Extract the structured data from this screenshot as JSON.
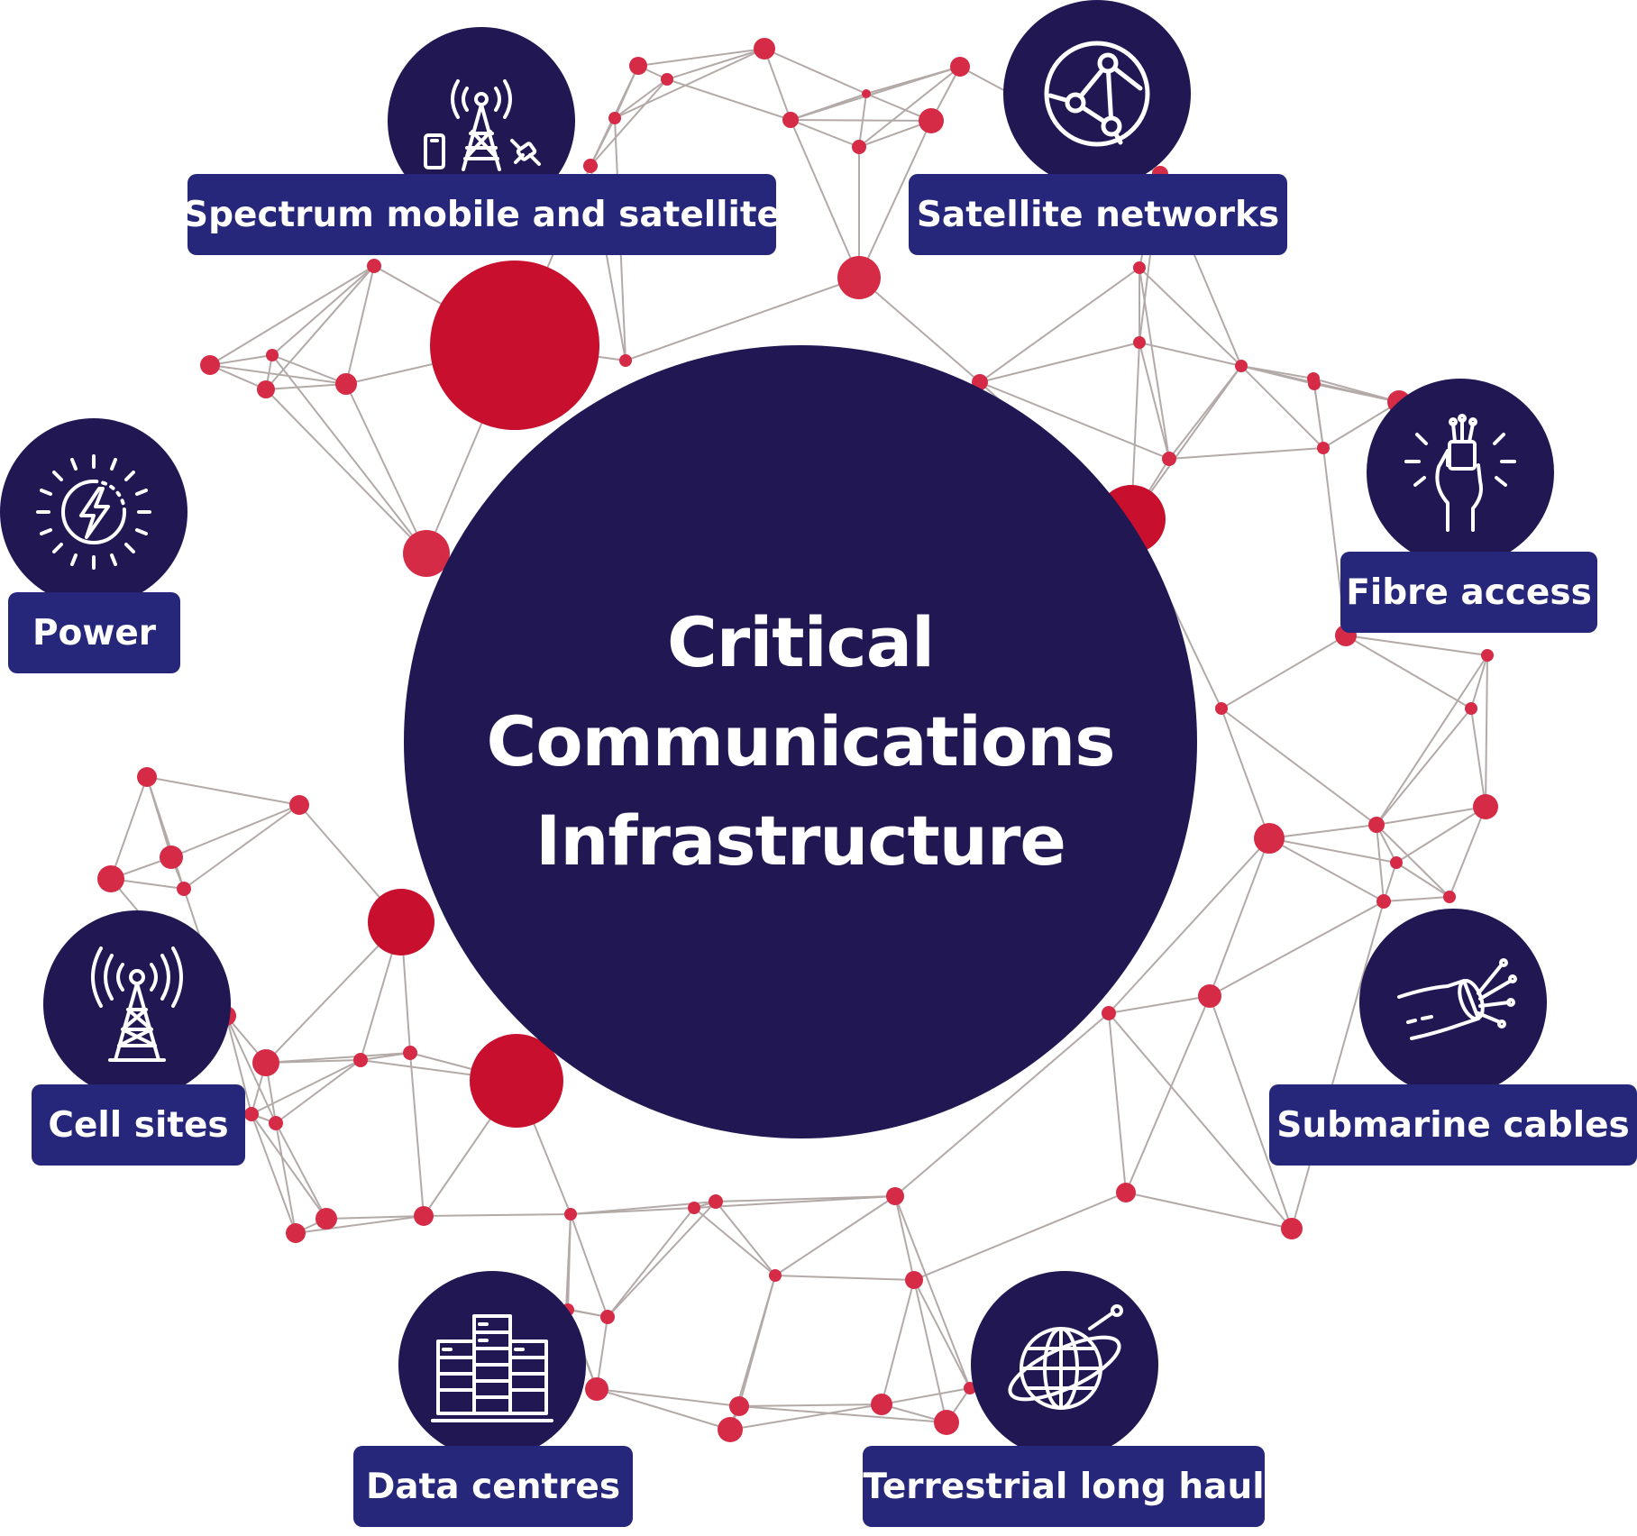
{
  "center": {
    "lines": [
      "Critical",
      "Communications",
      "Infrastructure"
    ]
  },
  "nodes": [
    {
      "label": "Spectrum mobile and satellite",
      "icon": "tower-phone-satellite-icon"
    },
    {
      "label": "Satellite networks",
      "icon": "globe-network-icon"
    },
    {
      "label": "Fibre access",
      "icon": "hand-fibre-icon"
    },
    {
      "label": "Submarine cables",
      "icon": "cable-fibre-icon"
    },
    {
      "label": "Terrestrial long haul",
      "icon": "globe-orbit-icon"
    },
    {
      "label": "Data centres",
      "icon": "server-racks-icon"
    },
    {
      "label": "Cell sites",
      "icon": "cell-tower-icon"
    },
    {
      "label": "Power",
      "icon": "power-bolt-icon"
    }
  ],
  "colors": {
    "navy": "#211752",
    "label_blue": "#26267a",
    "node_red": "#d62b47",
    "node_red_dark": "#c8102e",
    "line_grey": "#b3aaa8"
  }
}
